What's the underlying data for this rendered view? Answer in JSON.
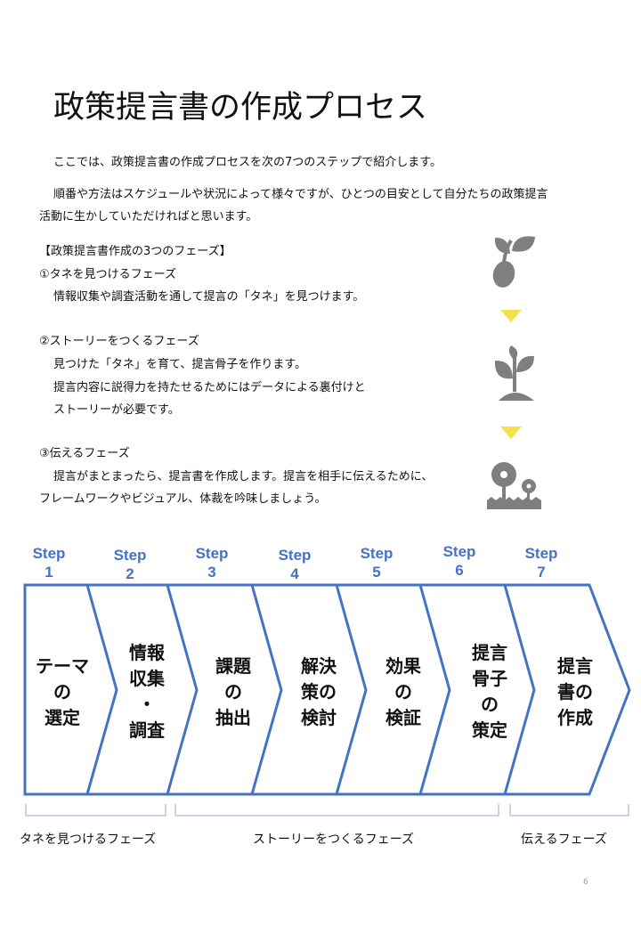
{
  "title": "政策提言書の作成プロセス",
  "intro": [
    "ここでは、政策提言書の作成プロセスを次の7つのステップで紹介します。",
    "順番や方法はスケジュールや状況によって様々ですが、ひとつの目安として自分たちの政策提言",
    "活動に生かしていただければと思います。"
  ],
  "phases_heading": "【政策提言書作成の3つのフェーズ】",
  "phases": [
    {
      "title": "①タネを見つけるフェーズ",
      "lines": [
        "情報収集や調査活動を通して提言の「タネ」を見つけます。"
      ]
    },
    {
      "title": "②ストーリーをつくるフェーズ",
      "lines": [
        "見つけた「タネ」を育て、提言骨子を作ります。",
        "提言内容に説得力を持たせるためにはデータによる裏付けと",
        "ストーリーが必要です。"
      ]
    },
    {
      "title": "③伝えるフェーズ",
      "lines": [
        "提言がまとまったら、提言書を作成します。提言を相手に伝えるために、",
        "フレームワークやビジュアル、体裁を吟味しましょう。"
      ]
    }
  ],
  "steps": [
    {
      "label": "Step",
      "num": "1",
      "text": [
        "テーマ",
        "の",
        "選定"
      ]
    },
    {
      "label": "Step",
      "num": "2",
      "text": [
        "情報",
        "収集",
        "・",
        "調査"
      ]
    },
    {
      "label": "Step",
      "num": "3",
      "text": [
        "課題",
        "の",
        "抽出"
      ]
    },
    {
      "label": "Step",
      "num": "4",
      "text": [
        "解決",
        "策の",
        "検討"
      ]
    },
    {
      "label": "Step",
      "num": "5",
      "text": [
        "効果",
        "の",
        "検証"
      ]
    },
    {
      "label": "Step",
      "num": "6",
      "text": [
        "提言",
        "骨子",
        "の",
        "策定"
      ]
    },
    {
      "label": "Step",
      "num": "7",
      "text": [
        "提言",
        "書の",
        "作成"
      ]
    }
  ],
  "phase_labels": [
    "タネを見つけるフェーズ",
    "ストーリーをつくるフェーズ",
    "伝えるフェーズ"
  ],
  "page_number": "6",
  "colors": {
    "accent": "#4472C4",
    "arrow": "#F2E14C",
    "icon": "#7F7F7F"
  }
}
